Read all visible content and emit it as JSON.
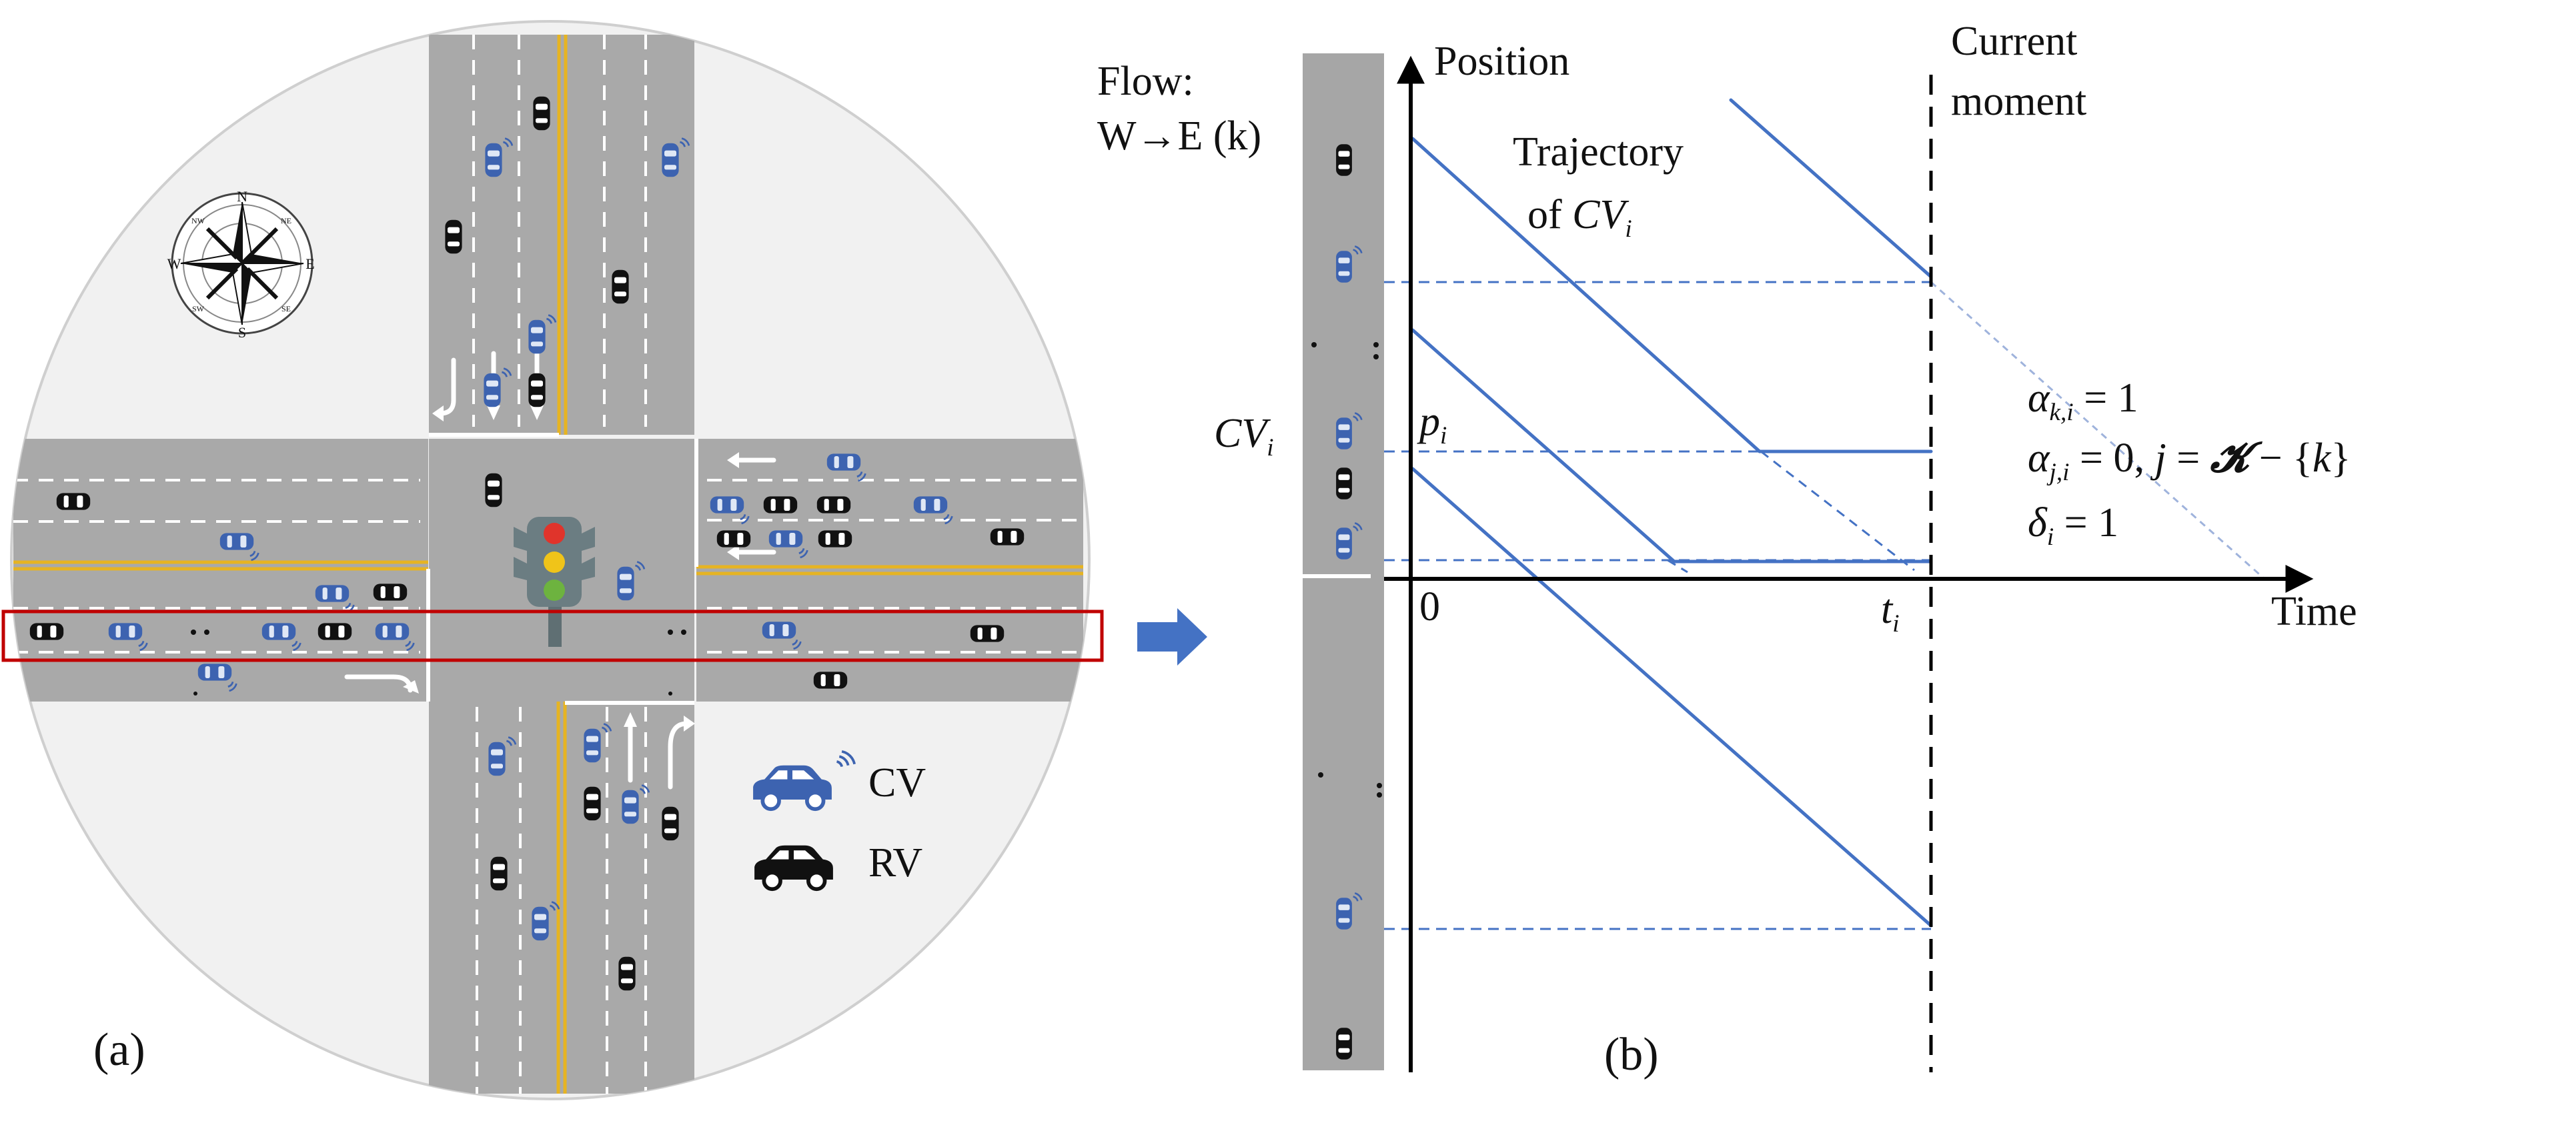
{
  "panel_a": {
    "label": "(a)",
    "legend": [
      {
        "label": "CV",
        "color": "#3d63b0"
      },
      {
        "label": "RV",
        "color": "#111111"
      }
    ],
    "compass": {
      "n": "N",
      "s": "S",
      "e": "E",
      "w": "W",
      "ne": "NE",
      "nw": "NW",
      "se": "SE",
      "sw": "SW"
    },
    "colors": {
      "road": "#a9a9a9",
      "background_circle": "#f1f1f1",
      "median": "#e6b422",
      "highlight": "#c00000",
      "cv": "#3d63b0",
      "rv": "#111111"
    },
    "signal": {
      "lights": [
        "#e0342b",
        "#f0c419",
        "#6db33f"
      ]
    }
  },
  "arrow": {
    "color": "#4472c4"
  },
  "panel_b": {
    "label": "(b)",
    "flow_label_1": "Flow:",
    "flow_label_2": "W→E (k)",
    "x_axis_label": "Time",
    "y_axis_label": "Position",
    "origin_label": "0",
    "current_moment_1": "Current",
    "current_moment_2": "moment",
    "trajectory_1": "Trajectory",
    "trajectory_2_prefix": "of ",
    "trajectory_2_math": "CV",
    "trajectory_2_sub": "i",
    "cv_label_main": "CV",
    "cv_label_sub": "i",
    "p_label_main": "p",
    "p_label_sub": "i",
    "t_label_main": "t",
    "t_label_sub": "i",
    "eq1_main": "α",
    "eq1_sub": "k,i",
    "eq1_rest": " = 1",
    "eq2_main": "α",
    "eq2_sub": "j,i",
    "eq2_rest_1": " = 0, ",
    "eq2_rest_j": "j",
    "eq2_rest_2": " = ",
    "eq2_bold": "𝓚",
    "eq2_rest_3": " − {",
    "eq2_rest_k": "k",
    "eq2_rest_4": "}",
    "eq3_main": "δ",
    "eq3_sub": "i",
    "eq3_rest": " = 1",
    "colors": {
      "line": "#4472c4",
      "axis": "#000000",
      "strip": "#a6a6a6"
    }
  }
}
